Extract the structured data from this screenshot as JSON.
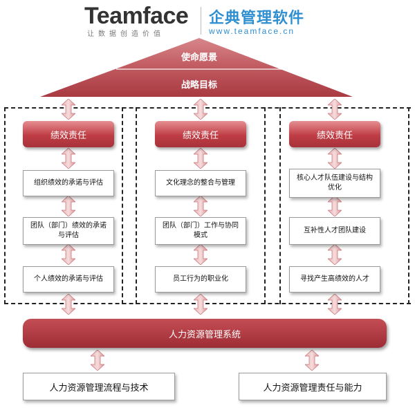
{
  "header": {
    "brand_en": "Teamface",
    "slogan": "让数据创造价值",
    "brand_cn": "企典管理软件",
    "url": "www.teamface.cn"
  },
  "roof": {
    "top_label": "使命愿景",
    "bottom_label": "战略目标"
  },
  "columns": [
    {
      "header": "绩效责任",
      "items": [
        "组织绩效的承诺与评估",
        "团队（部门）绩效的承诺与评估",
        "个人绩效的承诺与评估"
      ]
    },
    {
      "header": "绩效责任",
      "items": [
        "文化理念的整合与管理",
        "团队（部门）工作与协同模式",
        "员工行为的职业化"
      ]
    },
    {
      "header": "绩效责任",
      "items": [
        "核心人才队伍建设与结构优化",
        "互补性人才团队建设",
        "寻找产生高绩效的人才"
      ]
    }
  ],
  "foundation": {
    "system_label": "人力资源管理系统",
    "left_label": "人力资源管理流程与技术",
    "right_label": "人力资源管理责任与能力"
  },
  "colors": {
    "accent_red": "#b23a42",
    "logo_blue": "#2f8fd0"
  }
}
